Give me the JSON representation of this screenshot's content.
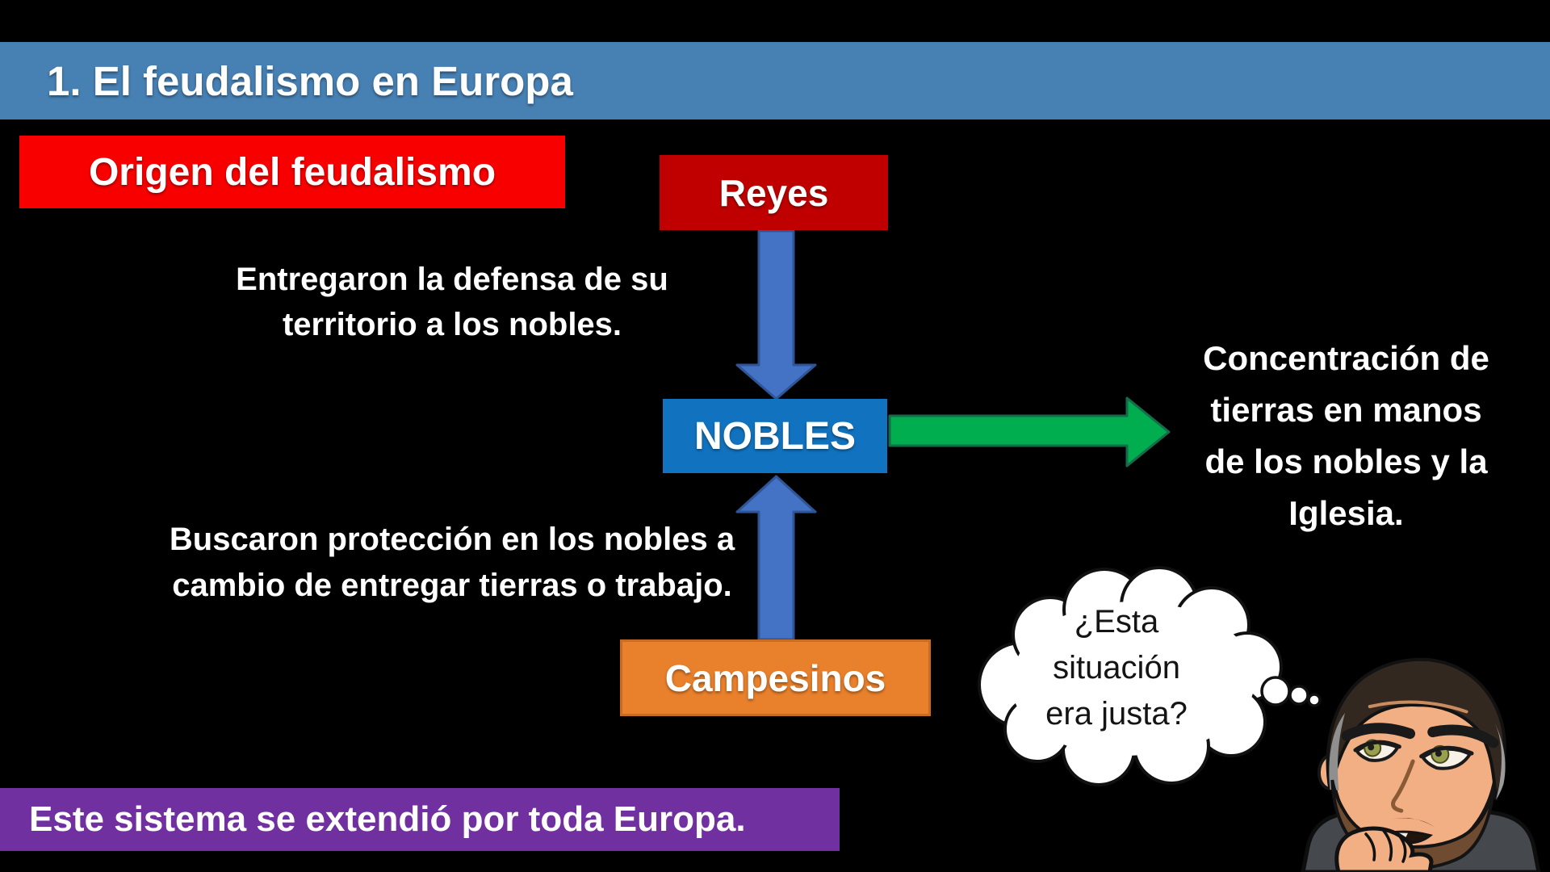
{
  "banner": {
    "title": "1. El feudalismo en Europa"
  },
  "origin": {
    "label": "Origen del feudalismo"
  },
  "nodes": {
    "reyes": {
      "label": "Reyes"
    },
    "nobles": {
      "label": "NOBLES"
    },
    "campesinos": {
      "label": "Campesinos"
    }
  },
  "annotations": {
    "entregaron": {
      "lines": [
        "Entregaron la defensa de su",
        "territorio a los nobles."
      ]
    },
    "buscaron": {
      "lines": [
        "Buscaron protección en los nobles a",
        "cambio de entregar tierras o trabajo."
      ]
    },
    "concentracion": {
      "lines": [
        "Concentración de",
        "tierras en manos",
        "de los nobles y la",
        "Iglesia."
      ]
    }
  },
  "thought": {
    "lines": [
      "¿Esta",
      "situación",
      "era justa?"
    ]
  },
  "footer": {
    "label": "Este sistema se extendió por toda Europa."
  },
  "avatar": {
    "description": "cartoon man thinking with hand on chin"
  },
  "colors": {
    "background": "#000000",
    "banner": "#4781B4",
    "origin_box": "#F80000",
    "reyes_box": "#C00000",
    "nobles_box": "#1173BF",
    "campesinos_box": "#E8802C",
    "footer_box": "#7030A0",
    "arrow_blue": "#4472C4",
    "arrow_blue_border": "#2F5597",
    "arrow_green": "#00AD4F",
    "arrow_green_border": "#156B4A",
    "text_light": "#FFFFFF",
    "thought_bubble_fill": "#FFFFFF",
    "thought_text": "#141414"
  }
}
